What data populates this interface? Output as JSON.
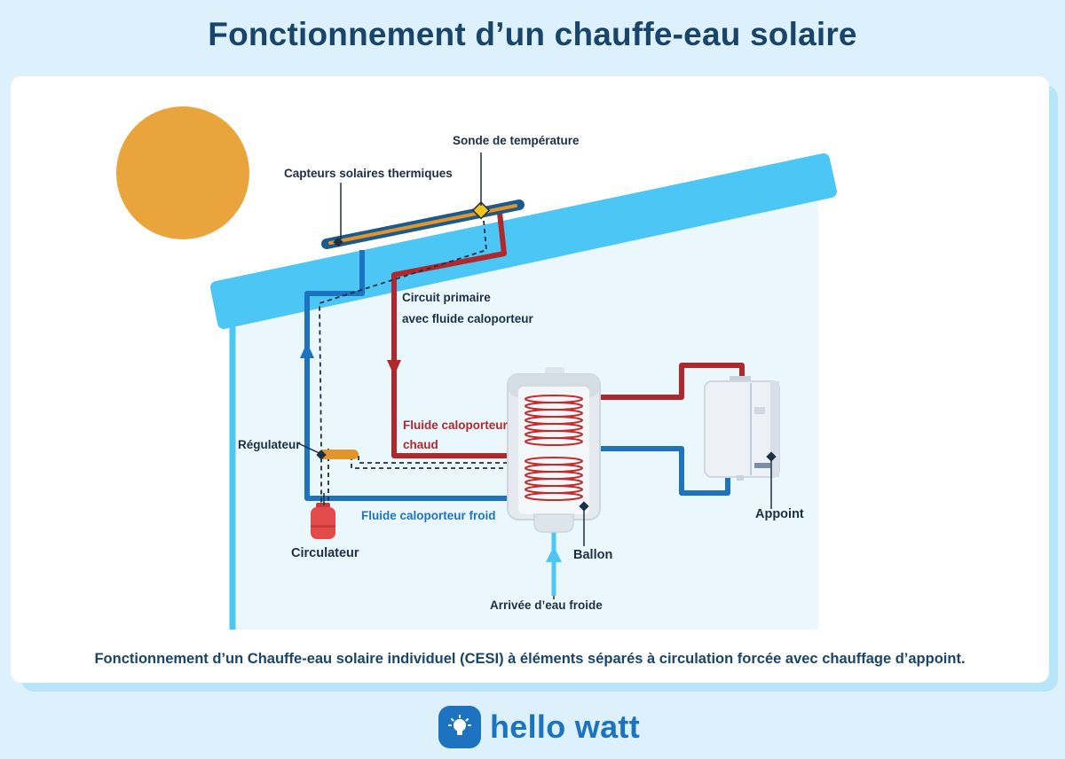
{
  "title": "Fonctionnement d’un chauffe-eau solaire",
  "labels": {
    "capteurs": "Capteurs solaires thermiques",
    "sonde": "Sonde de température",
    "circuit_primaire_l1": "Circuit primaire",
    "circuit_primaire_l2": "avec fluide caloporteur",
    "fluide_chaud_l1": "Fluide caloporteur",
    "fluide_chaud_l2": "chaud",
    "fluide_froid": "Fluide caloporteur froid",
    "regulateur": "Régulateur",
    "circulateur": "Circulateur",
    "ballon": "Ballon",
    "appoint": "Appoint",
    "arrivee": "Arrivée d’eau froide"
  },
  "caption": "Fonctionnement d’un Chauffe-eau solaire individuel (CESI) à éléments séparés à circulation forcée avec chauffage d’appoint.",
  "brand": {
    "name": "hello watt",
    "icon": "lightbulb-icon"
  },
  "colors": {
    "background": "#dcf1fb",
    "title": "#19456b",
    "hot_circuit": "#b0282c",
    "cold_circuit": "#1d73c0",
    "cold_water": "#4cc6f5",
    "sun": "#eaa43c",
    "roof": "#4cc6f5",
    "collector": "#e2952b"
  }
}
